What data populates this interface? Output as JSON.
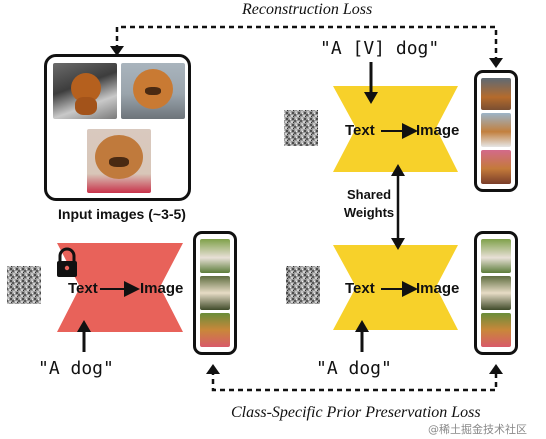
{
  "losses": {
    "reconstruction": "Reconstruction Loss",
    "class_prior": "Class-Specific Prior Preservation Loss"
  },
  "input_images_caption": "Input images (~3-5)",
  "prompts": {
    "subject": "\"A [V] dog\"",
    "class": "\"A dog\""
  },
  "model": {
    "text_label": "Text",
    "image_label": "Image",
    "shared_weights": [
      "Shared",
      "Weights"
    ],
    "frozen_icon": "lock-icon"
  },
  "colors": {
    "frozen_model": "#e8625a",
    "finetuned_model": "#f7d12a",
    "frame": "#111111"
  },
  "watermark": "@稀土掘金技术社区"
}
